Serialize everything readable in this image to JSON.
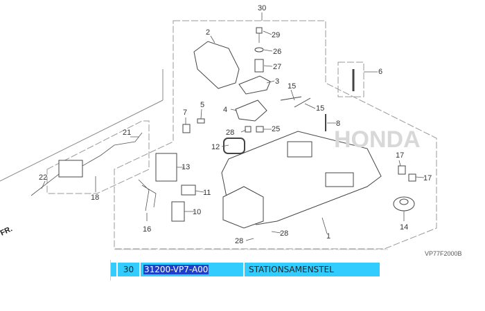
{
  "diagram": {
    "callouts": [
      "30",
      "2",
      "29",
      "26",
      "27",
      "3",
      "6",
      "15",
      "15",
      "5",
      "7",
      "4",
      "8",
      "28",
      "25",
      "21",
      "12",
      "13",
      "17",
      "17",
      "22",
      "18",
      "11",
      "10",
      "16",
      "14",
      "1",
      "28",
      "28"
    ],
    "diagram_code": "VP77F2000B",
    "direction_label": "FR.",
    "logo_text": "HONDA"
  },
  "parts_row": {
    "ref": "30",
    "part_number": "31200-VP7-A00",
    "description": "STATIONSAMENSTEL"
  },
  "colors": {
    "row_bg": "#33ccff",
    "selection": "#1e40c8"
  }
}
